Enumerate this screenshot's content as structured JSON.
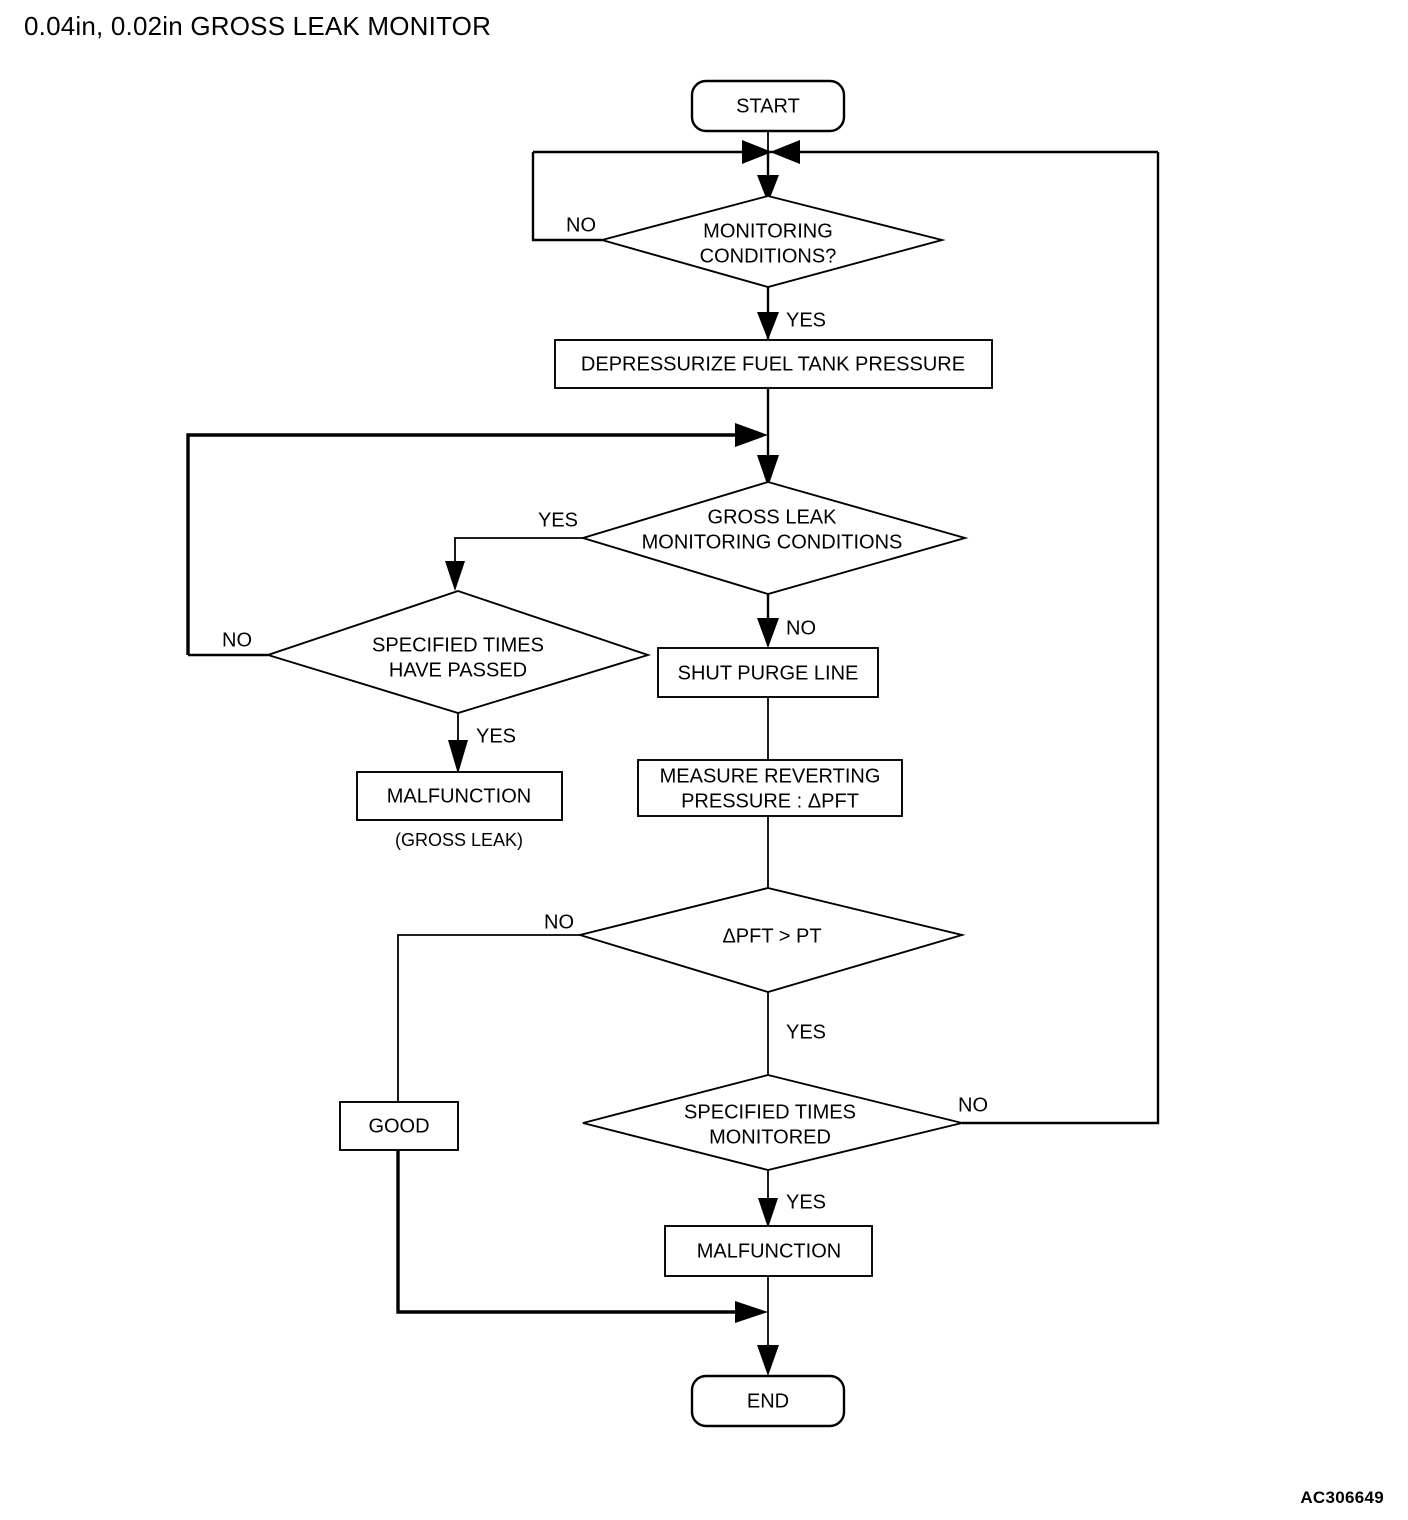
{
  "page": {
    "title": "0.04in, 0.02in GROSS LEAK MONITOR",
    "corner_code": "AC306649"
  },
  "diagram": {
    "type": "flowchart",
    "orientation": "top-to-bottom",
    "nodes": [
      {
        "id": "start",
        "shape": "terminator",
        "label": "START"
      },
      {
        "id": "monitoring",
        "shape": "decision",
        "label_line1": "MONITORING",
        "label_line2": "CONDITIONS?"
      },
      {
        "id": "depressurize",
        "shape": "process",
        "label": "DEPRESSURIZE FUEL TANK PRESSURE"
      },
      {
        "id": "gross_leak_cond",
        "shape": "decision",
        "label_line1": "GROSS LEAK",
        "label_line2": "MONITORING CONDITIONS"
      },
      {
        "id": "times_passed",
        "shape": "decision",
        "label_line1": "SPECIFIED TIMES",
        "label_line2": "HAVE PASSED"
      },
      {
        "id": "malfunction_gross",
        "shape": "process",
        "label": "MALFUNCTION",
        "caption": "(GROSS LEAK)"
      },
      {
        "id": "shut_purge",
        "shape": "process",
        "label": "SHUT PURGE LINE"
      },
      {
        "id": "measure",
        "shape": "process",
        "label_line1": "MEASURE REVERTING",
        "label_line2": "PRESSURE : ΔPFT"
      },
      {
        "id": "pft_compare",
        "shape": "decision",
        "label": "ΔPFT > PT"
      },
      {
        "id": "times_monitored",
        "shape": "decision",
        "label_line1": "SPECIFIED TIMES",
        "label_line2": "MONITORED"
      },
      {
        "id": "good",
        "shape": "process",
        "label": "GOOD"
      },
      {
        "id": "malfunction_end",
        "shape": "process",
        "label": "MALFUNCTION"
      },
      {
        "id": "end",
        "shape": "terminator",
        "label": "END"
      }
    ],
    "branch_labels": {
      "monitoring_no": "NO",
      "monitoring_yes": "YES",
      "gross_leak_yes": "YES",
      "gross_leak_no": "NO",
      "times_passed_no": "NO",
      "times_passed_yes": "YES",
      "pft_no": "NO",
      "pft_yes": "YES",
      "times_monitored_no": "NO",
      "times_monitored_yes": "YES"
    },
    "colors": {
      "stroke": "#000000",
      "fill": "#ffffff",
      "text": "#000000"
    }
  }
}
